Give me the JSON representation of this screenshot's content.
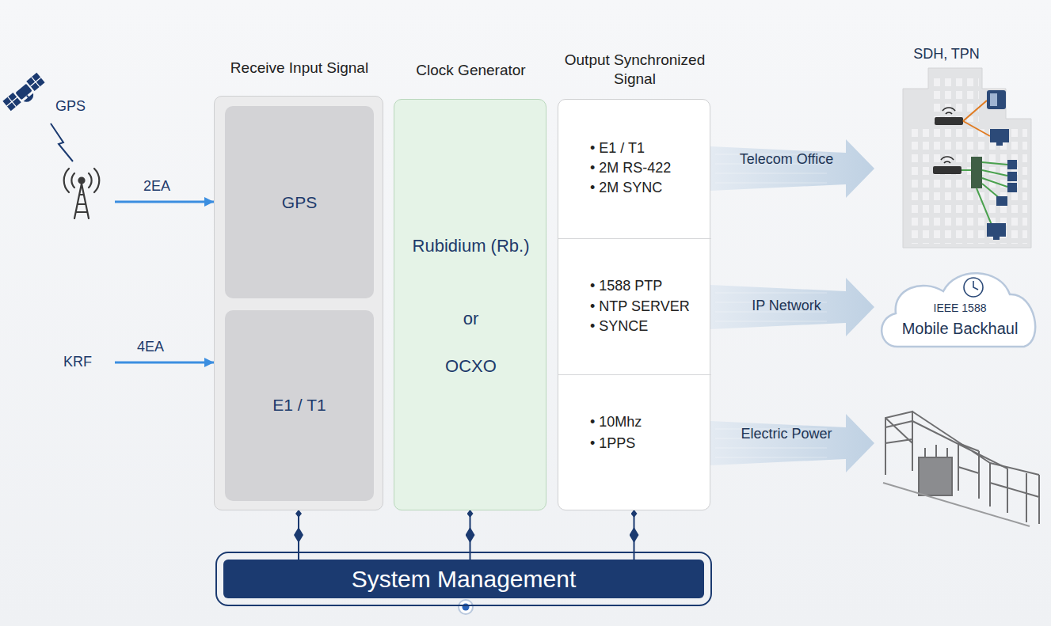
{
  "diagram": {
    "nodes": [
      {
        "text": [
          "GPS"
        ]
      },
      {
        "text": [
          "KRF"
        ]
      },
      {
        "text": [
          "Receive Input Signal"
        ]
      },
      {
        "text": [
          "GPS"
        ],
        "in": 2
      },
      {
        "text": [
          "E1 / T1"
        ],
        "in": 2
      },
      {
        "text": [
          "Clock Generator",
          "Rubidium (Rb.)",
          "or",
          "OCXO"
        ]
      },
      {
        "text": [
          "Output Synchronized Signal"
        ]
      },
      {
        "text": [
          "• E1 / T1",
          "• 2M RS-422",
          "• 2M SYNC"
        ],
        "in": 6
      },
      {
        "text": [
          "• 1588 PTP",
          "• NTP SERVER",
          "• SYNCE"
        ],
        "in": 6
      },
      {
        "text": [
          "• 10Mhz",
          "• 1PPS"
        ],
        "in": 6
      },
      {
        "text": [
          "Telecom Office"
        ]
      },
      {
        "text": [
          "IP Network"
        ]
      },
      {
        "text": [
          "Electric Power"
        ]
      },
      {
        "text": [
          "IEEE 1588",
          "Mobile Backhaul"
        ]
      },
      {
        "text": [
          "System Management"
        ]
      }
    ],
    "edges": [
      {
        "from": 0,
        "to": 2,
        "label": "2EA",
        "arrow": "to"
      },
      {
        "from": 1,
        "to": 2,
        "label": "4EA",
        "arrow": "to"
      },
      {
        "from": 2,
        "to": 14,
        "arrow": "none"
      },
      {
        "from": 5,
        "to": 14,
        "arrow": "none"
      },
      {
        "from": 6,
        "to": 14,
        "arrow": "none"
      }
    ],
    "labels": [
      "SDH, TPN"
    ]
  }
}
